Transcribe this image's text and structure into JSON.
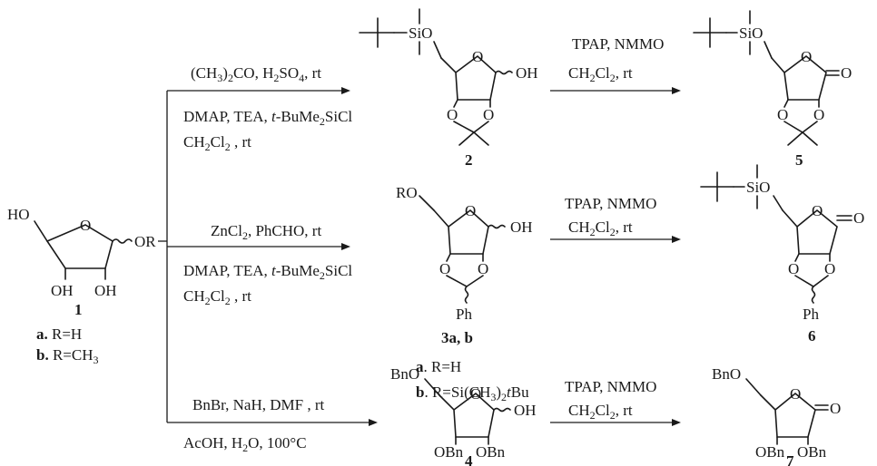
{
  "conditions": {
    "top_1": "(CH3)2CO, H2SO4, rt",
    "top_2": "DMAP, TEA, t-BuMe2SiCl",
    "top_3": "CH2Cl2 , rt",
    "mid_1": "ZnCl2, PhCHO, rt",
    "mid_2": "DMAP, TEA, t-BuMe2SiCl",
    "mid_3": "CH2Cl2 , rt",
    "bot_1": "BnBr, NaH, DMF , rt",
    "bot_2": "AcOH, H2O, 100°C",
    "oxidation_1": "TPAP, NMMO",
    "oxidation_2": "CH2Cl2, rt"
  },
  "compounds": {
    "c1": {
      "number": "1",
      "variant_a": "a. R=H",
      "variant_b": "b. R=CH3"
    },
    "c2": {
      "number": "2"
    },
    "c3": {
      "number": "3a, b",
      "variant_a": "a. R=H",
      "variant_b": "b. R=Si(CH3)2tBu"
    },
    "c4": {
      "number": "4"
    },
    "c5": {
      "number": "5"
    },
    "c6": {
      "number": "6"
    },
    "c7": {
      "number": "7"
    }
  },
  "atoms": {
    "HO": "HO",
    "O": "O",
    "OR": "OR",
    "OH": "OH",
    "RO": "RO",
    "SiO": "SiO",
    "Ph": "Ph",
    "BnO": "BnO",
    "OBn": "OBn",
    "wavy": "~",
    "carbonyl_O": "O"
  }
}
